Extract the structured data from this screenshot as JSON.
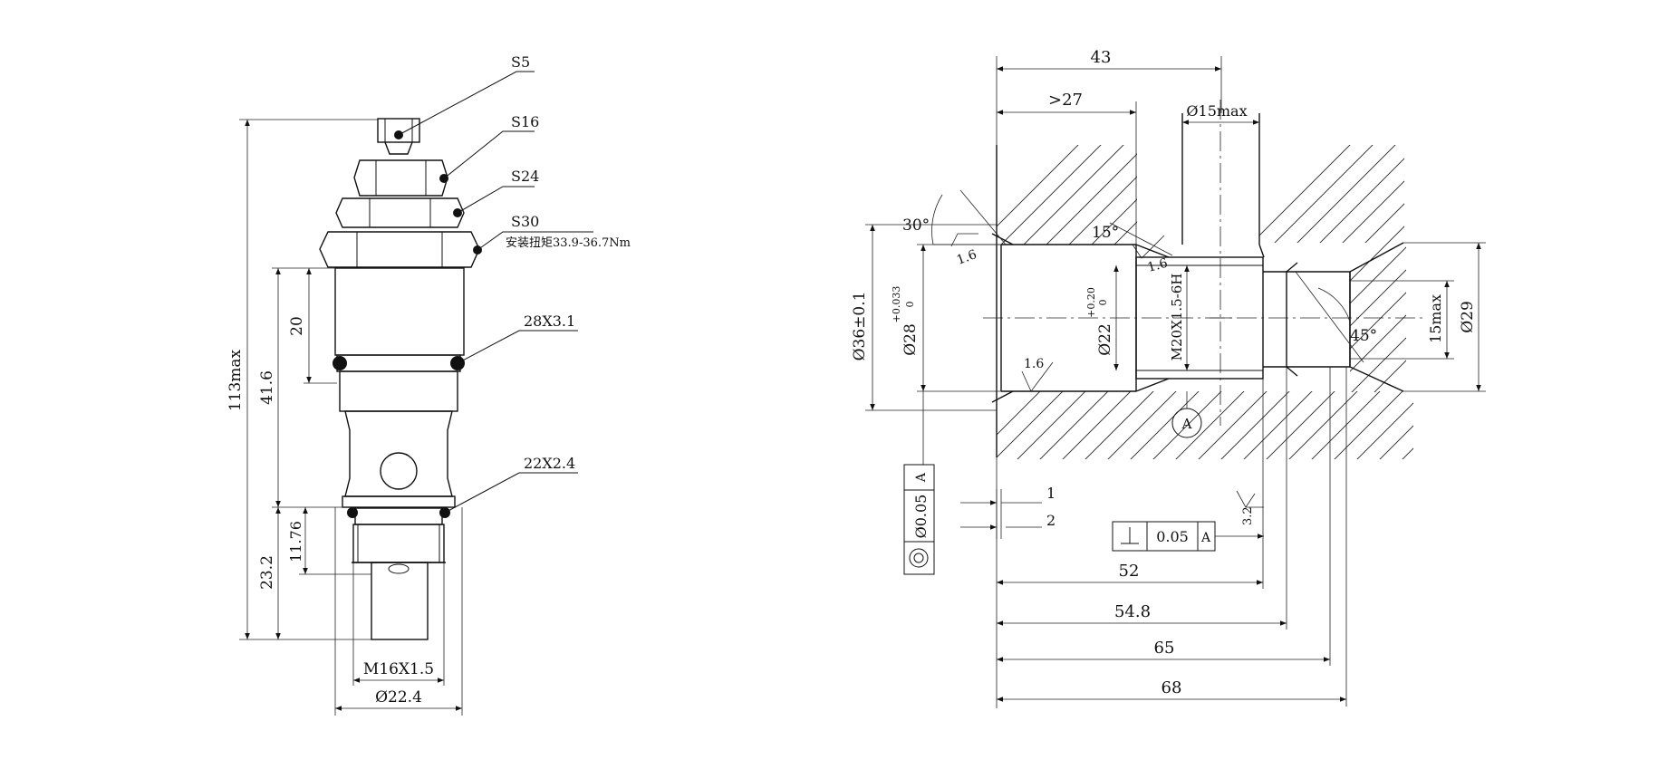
{
  "labels": {
    "s5": "S5",
    "s16": "S16",
    "s24": "S24",
    "s30": "S30",
    "torque": "安装扭矩33.9-36.7Nm",
    "oring1": "28X3.1",
    "oring2": "22X2.4",
    "thread": "M16X1.5",
    "dia_body": "Ø22.4"
  },
  "left_dims": {
    "total": "113max",
    "d416": "41.6",
    "d20": "20",
    "d232": "23.2",
    "d1176": "11.76"
  },
  "right_dims": {
    "top43": "43",
    "gt27": ">27",
    "d15max": "Ø15max",
    "a30": "30°",
    "a15": "15°",
    "a45": "45°",
    "d36": "Ø36±0.1",
    "d28": "Ø28",
    "d28_tol_up": "+0.033",
    "d28_tol_lo": "0",
    "d22": "Ø22",
    "d22_tol_up": "+0.20",
    "d22_tol_lo": "0",
    "thread": "M20X1.5-6H",
    "d15max_v": "15max",
    "d29": "Ø29",
    "r16a": "1.6",
    "r16b": "1.6",
    "r16c": "1.6",
    "r32": "3.2",
    "datum": "A",
    "conc_tol": "Ø0.05",
    "conc_ref": "A",
    "perp_tol": "0.05",
    "perp_ref": "A",
    "d1": "1",
    "d2": "2",
    "d52": "52",
    "d548": "54.8",
    "d65": "65",
    "d68": "68"
  }
}
